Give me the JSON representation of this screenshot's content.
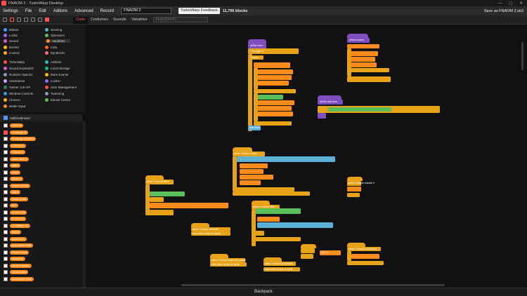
{
  "titlebar": {
    "title": "FNAOM 2 - TurboWarp Desktop",
    "controls": [
      "—",
      "▢",
      "✕"
    ]
  },
  "menubar": {
    "settings": "Settings",
    "file": "File",
    "edit": "Edit",
    "addons": "Addons",
    "advanced": "Advanced",
    "record": "Record",
    "project_title": "FNAOM 2",
    "feedback": "TurboWarp Feedback",
    "block_count": "11,796 blocks",
    "save": "Save as FNAOM 2.sb3"
  },
  "tabs": {
    "code": "Code",
    "costumes": "Costumes",
    "sounds": "Sounds",
    "variables": "Variables"
  },
  "search": {
    "placeholder": "Find (Ctrl+F)"
  },
  "categories": [
    {
      "label": "Motion",
      "color": "#4c97ff"
    },
    {
      "label": "Looks",
      "color": "#9966ff"
    },
    {
      "label": "Sound",
      "color": "#cf63cf"
    },
    {
      "label": "Events",
      "color": "#ffbf00"
    },
    {
      "label": "Control",
      "color": "#ffab19"
    },
    {
      "label": "TurboWarp",
      "color": "#ff4c4c"
    },
    {
      "label": "Sound Expanded",
      "color": "#cf63cf"
    },
    {
      "label": "Runtime Options",
      "color": "#8c9abf"
    },
    {
      "label": "Animations",
      "color": "#d5a6ff"
    },
    {
      "label": "Gamer Jolt API",
      "color": "#2f7f6f"
    },
    {
      "label": "Window Controls",
      "color": "#359ed4"
    },
    {
      "label": "Clones+",
      "color": "#ffab19"
    },
    {
      "label": "Better Input",
      "color": "#ff8c1a"
    },
    {
      "label": "Sensing",
      "color": "#5cb1d6"
    },
    {
      "label": "Operators",
      "color": "#59c059"
    },
    {
      "label": "Variables",
      "color": "#ff8c1a"
    },
    {
      "label": "Lists",
      "color": "#ff661a"
    },
    {
      "label": "My Blocks",
      "color": "#ff6680"
    },
    {
      "label": "Addons",
      "color": "#29beb8"
    },
    {
      "label": "Local Storage",
      "color": "#0fbd8c"
    },
    {
      "label": "More Events",
      "color": "#ffbf00"
    },
    {
      "label": "Looks+",
      "color": "#9966ff"
    },
    {
      "label": "User Management",
      "color": "#ff4c4c"
    },
    {
      "label": "Tweening",
      "color": "#8c9abf"
    },
    {
      "label": "Mouse Cursor",
      "color": "#59c059"
    }
  ],
  "add_extension": "Add Extension",
  "palette_vars": [
    {
      "label": "l.Bar m",
      "checked": false
    },
    {
      "label": "l.Change vl",
      "checked": true
    },
    {
      "label": "l.Change localtim",
      "checked": false
    },
    {
      "label": "l.Sleep m",
      "checked": false
    },
    {
      "label": "l.Sleep vl",
      "checked": false
    },
    {
      "label": "Jailer Bell vl",
      "checked": false
    },
    {
      "label": "jailed",
      "checked": false
    },
    {
      "label": "reset",
      "checked": false
    },
    {
      "label": "Move It",
      "checked": false
    },
    {
      "label": "menu screen",
      "checked": false
    },
    {
      "label": "night",
      "checked": false
    },
    {
      "label": "Node Color",
      "checked": false
    },
    {
      "label": "MT",
      "checked": false
    },
    {
      "label": "O Door ok",
      "checked": false
    },
    {
      "label": "O Door m",
      "checked": false
    },
    {
      "label": "O Voltage vc",
      "checked": false
    },
    {
      "label": "outoff",
      "checked": false
    },
    {
      "label": "outroom c",
      "checked": false
    },
    {
      "label": "play death time",
      "checked": false
    },
    {
      "label": "Player Card",
      "checked": false
    },
    {
      "label": "selection",
      "checked": false
    },
    {
      "label": "show a power",
      "checked": false
    },
    {
      "label": "show totest",
      "checked": false
    },
    {
      "label": "workscene time",
      "checked": false
    }
  ],
  "workspace": {
    "hats": [
      "define  main",
      "define  broken",
      "define  wait timer",
      "when I receive  Jason",
      "when I receive  office",
      "when I receive  office",
      "when I receive  cameras",
      "when I receive  outside 0",
      "when I receive  leave the palace",
      "when I receive  jumpscare",
      "when I receive  comments"
    ],
    "labels": [
      "l.Change vl",
      "forever",
      "wait timer",
      "stop other scripts in sprite",
      "say 10"
    ]
  },
  "backpack": "Backpack"
}
